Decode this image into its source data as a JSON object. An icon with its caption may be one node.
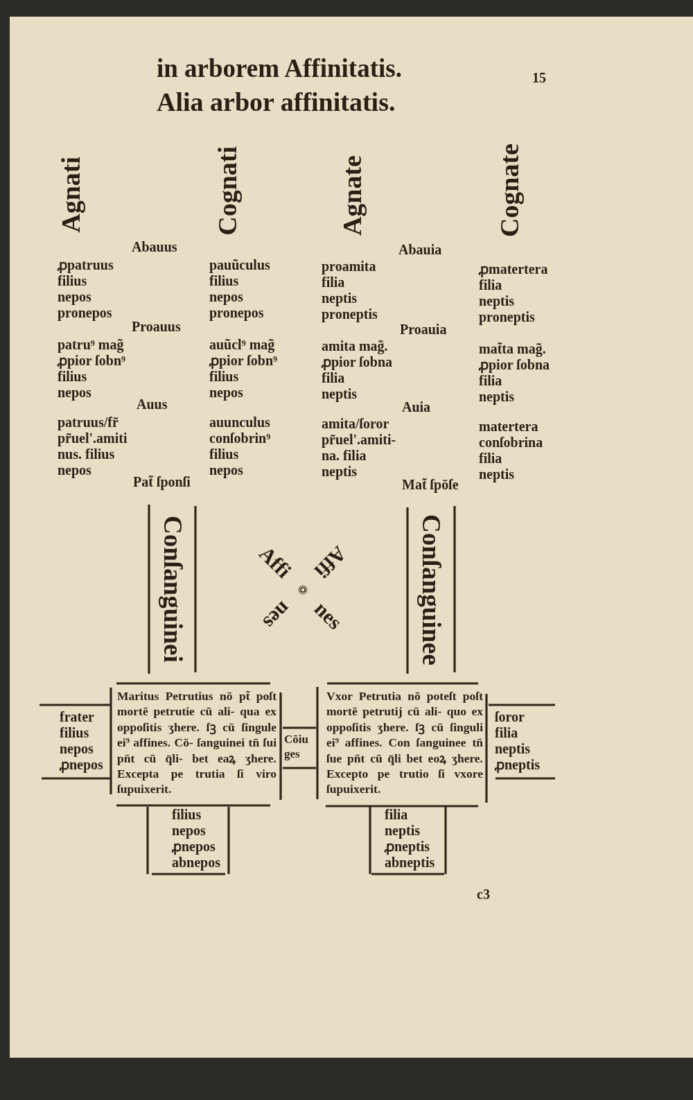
{
  "diagram": {
    "title": "Alia arbor affinitatis.",
    "nodes": [
      {
        "text": [
          "Conſanguinei"
        ]
      },
      {
        "text": [
          "Conſanguinee"
        ]
      },
      {
        "text": [
          "frater",
          "filius",
          "nepos",
          "ꝓnepos"
        ]
      },
      {
        "text": [
          "Maritus Petrutius nō pt̃ poſt mortē petrutie cū ali- qua ex oppoſitis ʒhere. ſꝫ cū ſingule ei⁹ affines. Cō- ſanguinei tn̄ ſui pn̄t cū q̄li- bet eaꝝ ʒhere. Excepta pe trutia ſi viro ſupuixerit."
        ]
      },
      {
        "text": [
          "Cōiu ges"
        ]
      },
      {
        "text": [
          "Vxor Petrutia nō poteſt poſt mortē petrutij cū ali- quo ex oppoſitis ʒhere. ſꝫ cū ſinguli ei⁹ affines. Con ſanguinee tn̄ ſue pn̄t cū q̄li bet eoꝝ ʒhere. Excepto pe trutio ſi vxore ſupuixerit."
        ]
      },
      {
        "text": [
          "ſoror",
          "filia",
          "neptis",
          "ꝓneptis"
        ]
      },
      {
        "text": [
          "filius",
          "nepos",
          "ꝓnepos",
          "abnepos"
        ]
      },
      {
        "text": [
          "filia",
          "neptis",
          "ꝓneptis",
          "abneptis"
        ]
      }
    ],
    "labels": [
      "in arborem Affinitatis.",
      "15",
      "Agnati",
      "Cognati",
      "Agnate",
      "Cognate",
      "Abauus",
      "Abauia",
      "ꝓpatruus",
      "pauũculus",
      "proamita",
      "ꝓmatertera",
      "filius",
      "filius",
      "filia",
      "filia",
      "nepos",
      "nepos",
      "neptis",
      "neptis",
      "pronepos",
      "pronepos",
      "proneptis",
      "proneptis",
      "Proauus",
      "Proauia",
      "patru⁹ mag̃",
      "auũcl⁹ mag̃",
      "amita mag̃.",
      "mat̃ta mag̃.",
      "ꝓpior ſobn⁹",
      "ꝓpior ſobn⁹",
      "ꝓpior ſobna",
      "ꝓpior ſobna",
      "filius",
      "filius",
      "filia",
      "filia",
      "nepos",
      "nepos",
      "neptis",
      "neptis",
      "Auus",
      "Auia",
      "patruus/fr̃",
      "auunculus",
      "amita/ſoror",
      "matertera",
      "pr̃uel'.amiti",
      "conſobrin⁹",
      "pr̃uel'.amiti-",
      "conſobrina",
      "nus. filius",
      "filius",
      "na. filia",
      "filia",
      "nepos",
      "nepos",
      "neptis",
      "neptis",
      "Pat̃ ſponſi",
      "Mat̃ ſpōſe",
      "Affi",
      "Affi",
      "nes",
      "nes",
      "c3"
    ]
  }
}
